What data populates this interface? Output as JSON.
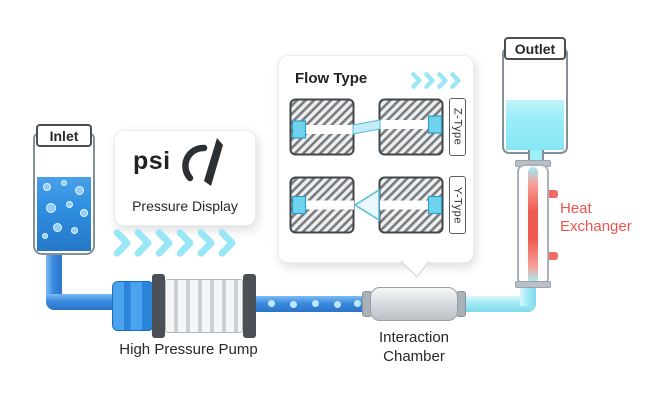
{
  "inlet": {
    "label": "Inlet"
  },
  "outlet": {
    "label": "Outlet"
  },
  "pressure_display": {
    "unit": "psi",
    "caption": "Pressure Display"
  },
  "flow_type": {
    "title": "Flow Type",
    "z_label": "Z-Type",
    "y_label": "Y-Type"
  },
  "heat_exchanger": {
    "line1": "Heat",
    "line2": "Exchanger"
  },
  "pump": {
    "label": "High Pressure Pump"
  },
  "interaction_chamber": {
    "line1": "Interaction",
    "line2": "Chamber"
  },
  "colors": {
    "liquid_blue": "#2f8fe0",
    "liquid_cyan": "#9ceef8",
    "arrow_cyan": "#98e6f6",
    "pipe_blue": "#2b74c8",
    "pipe_cyan": "#9fe9f4",
    "heat_red": "#f0544c",
    "outline_dark": "#41464a"
  }
}
